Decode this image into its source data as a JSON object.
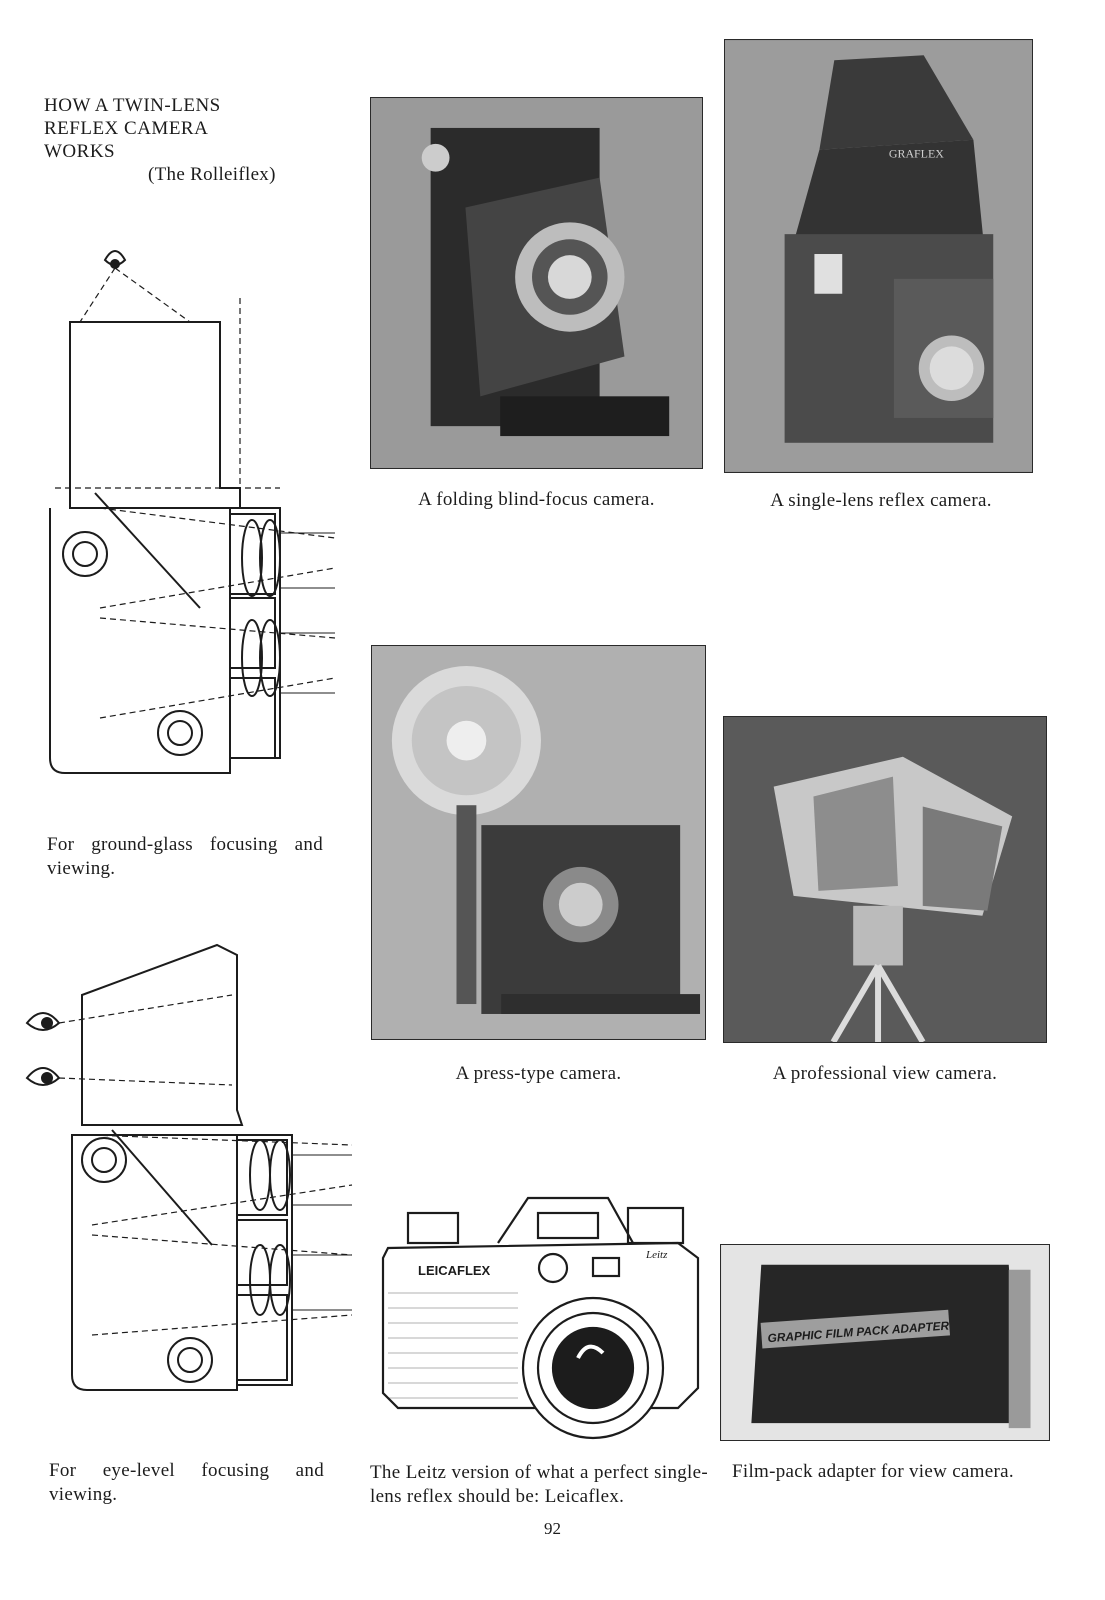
{
  "title": {
    "line1": "HOW A TWIN-LENS",
    "line2": "REFLEX CAMERA",
    "line3": "WORKS",
    "subtitle": "(The Rolleiflex)"
  },
  "diagrams": {
    "ground_glass_caption": "For ground-glass focusing and viewing.",
    "eye_level_caption": "For eye-level focusing and viewing."
  },
  "photos": {
    "folding": {
      "caption": "A folding blind-focus camera."
    },
    "single_lens_reflex": {
      "caption": "A single-lens reflex camera.",
      "brand_text": "GRAFLEX"
    },
    "press": {
      "caption": "A press-type camera."
    },
    "view": {
      "caption": "A professional view camera."
    },
    "leicaflex": {
      "caption": "The Leitz version of what a perfect single-lens reflex should be: Leicaflex.",
      "brand_text": "LEICAFLEX",
      "maker_text": "Leitz"
    },
    "film_pack": {
      "caption": "Film-pack adapter for view camera.",
      "brand_text": "GRAPHIC FILM PACK ADAPTER"
    }
  },
  "page_number": "92",
  "colors": {
    "ink": "#1c1c1c",
    "photo_gray": "#6f6f6f",
    "paper": "#ffffff"
  }
}
